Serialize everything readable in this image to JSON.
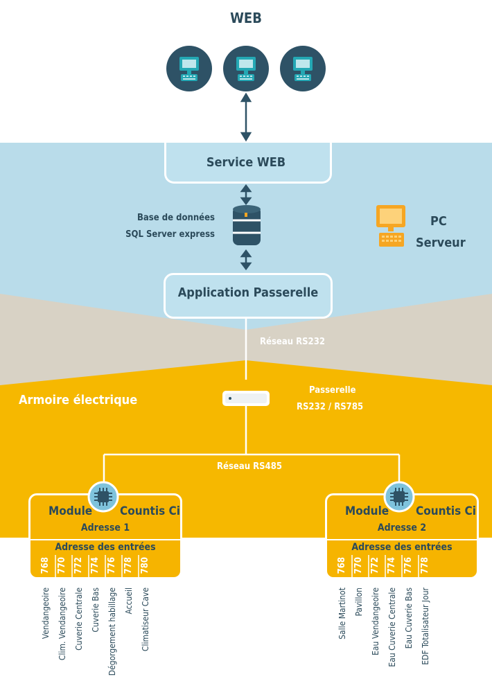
{
  "web": {
    "title": "WEB"
  },
  "server": {
    "service_label": "Service WEB",
    "db_line1": "Base de données",
    "db_line2": "SQL Server express",
    "pc_line1": "PC",
    "pc_line2": "Serveur",
    "app_label": "Application Passerelle"
  },
  "network": {
    "rs232": "Réseau RS232",
    "gateway_line1": "Passerelle",
    "gateway_line2": "RS232 / RS785",
    "rs485": "Réseau RS485"
  },
  "cabinet": {
    "label": "Armoire électrique"
  },
  "modules": [
    {
      "title_left": "Module",
      "title_right": "Countis Ci",
      "address": "Adresse 1",
      "inputs_title": "Adresse des entrées",
      "inputs": [
        {
          "num": "768",
          "label": "Vendangeoire"
        },
        {
          "num": "770",
          "label": "Clim. Vendangeoire"
        },
        {
          "num": "772",
          "label": "Cuverie Centrale"
        },
        {
          "num": "774",
          "label": "Cuverie Bas"
        },
        {
          "num": "776",
          "label": "Dégorgement habillage"
        },
        {
          "num": "778",
          "label": "Accueil"
        },
        {
          "num": "780",
          "label": "Climatiseur Cave"
        }
      ]
    },
    {
      "title_left": "Module",
      "title_right": "Countis Ci",
      "address": "Adresse 2",
      "inputs_title": "Adresse des entrées",
      "inputs": [
        {
          "num": "768",
          "label": "Salle Martinot"
        },
        {
          "num": "770",
          "label": "Pavillon"
        },
        {
          "num": "772",
          "label": "Eau Vendangeoire"
        },
        {
          "num": "774",
          "label": "Eau Cuverie Centrale"
        },
        {
          "num": "776",
          "label": "Eau Cuverie Bas"
        },
        {
          "num": "778",
          "label": "EDF Totalisateur Jour"
        }
      ]
    }
  ],
  "colors": {
    "blue_band": "#b9dcea",
    "beige_band": "#d8d2c5",
    "yellow_band": "#f6b800",
    "dark_teal": "#2e5266",
    "orange_accent": "#f6a623"
  }
}
